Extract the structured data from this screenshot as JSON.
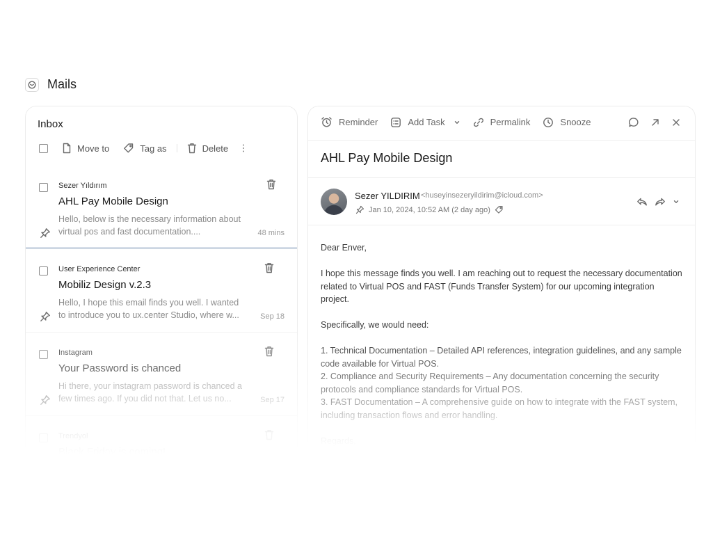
{
  "app": {
    "title": "Mails"
  },
  "inbox": {
    "title": "Inbox",
    "toolbar": {
      "move_to": "Move to",
      "tag_as": "Tag as",
      "delete": "Delete"
    },
    "mails": [
      {
        "sender": "Sezer Yıldırım",
        "subject": "AHL Pay Mobile Design",
        "preview": "Hello, below is the necessary information about virtual pos and fast documentation....",
        "time": "48 mins"
      },
      {
        "sender": "User Experience Center",
        "subject": "Mobiliz Design v.2.3",
        "preview": "Hello, I hope this email finds you well. I wanted to introduce you to ux.center Studio, where w...",
        "time": "Sep 18"
      },
      {
        "sender": "Instagram",
        "subject": "Your Password is chanced",
        "preview": "Hi there,  your instagram password is chanced a few times ago. If you did not that. Let us no...",
        "time": "Sep 17"
      },
      {
        "sender": "Trendyol",
        "subject": "Black Friday is coming!",
        "preview": "",
        "time": ""
      }
    ]
  },
  "detail": {
    "toolbar": {
      "reminder": "Reminder",
      "add_task": "Add Task",
      "permalink": "Permalink",
      "snooze": "Snooze"
    },
    "subject": "AHL Pay Mobile Design",
    "sender_name": "Sezer YILDIRIM",
    "sender_email": "<huseyinsezeryildirim@icloud.com>",
    "date": "Jan 10, 2024, 10:52 AM (2 day ago)",
    "body": {
      "greeting": "Dear Enver,",
      "intro": "I hope this message finds you well. I am reaching out to request the necessary documentation related to Virtual POS and FAST (Funds Transfer System) for our upcoming integration project.",
      "specifically": "Specifically, we would need:",
      "items": [
        "1. Technical Documentation – Detailed API references, integration guidelines, and any sample code available for Virtual POS.",
        "2. Compliance and Security Requirements – Any documentation concerning the security protocols and compliance standards for Virtual POS.",
        "3. FAST Documentation – A comprehensive guide on how to integrate with the FAST system, including transaction flows and error handling."
      ],
      "more": "Regards,"
    }
  }
}
